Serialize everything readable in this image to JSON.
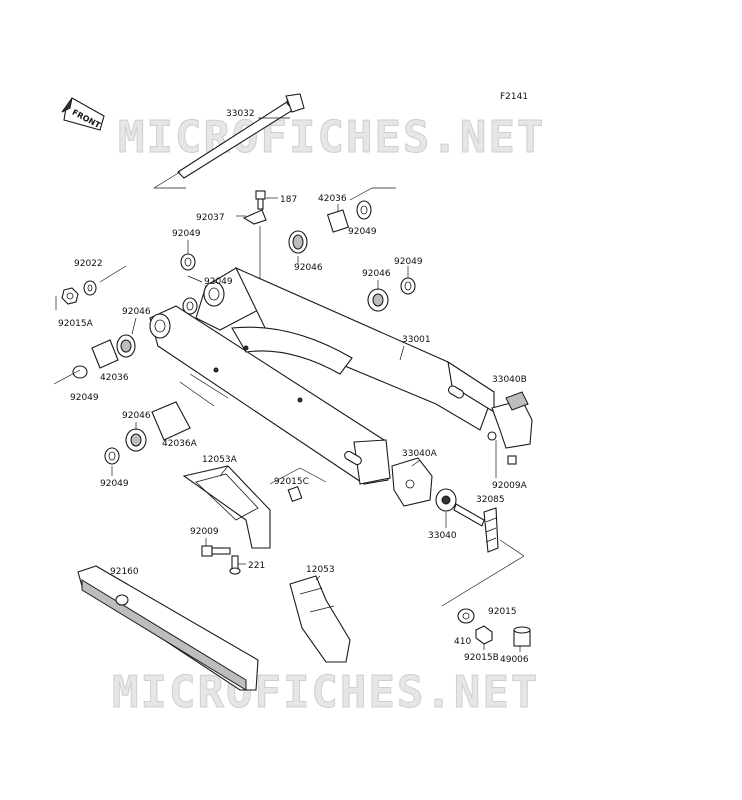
{
  "figure_code": "F2141",
  "front_marker": "FRONT",
  "watermark_text": "MICROFICHES.NET",
  "labels": {
    "p33032": "33032",
    "p187": "187",
    "p92037": "92037",
    "p42036_top": "42036",
    "p92049_top": "92049",
    "p92049_a": "92049",
    "p92046_a": "92046",
    "p92022": "92022",
    "p92049_b": "92049",
    "p92046_b": "92046",
    "p92049_c": "92049",
    "p92015A": "92015A",
    "p92046_c": "92046",
    "p42036": "42036",
    "p92049_d": "92049",
    "p33001": "33001",
    "p33040B": "33040B",
    "p92046_d": "92046",
    "p42036A": "42036A",
    "p92049_e": "92049",
    "p12053A": "12053A",
    "p92015C": "92015C",
    "p33040A": "33040A",
    "p92009A": "92009A",
    "p32085": "32085",
    "p33040": "33040",
    "p92009": "92009",
    "p221": "221",
    "p92160": "92160",
    "p12053": "12053",
    "p410": "410",
    "p92015": "92015",
    "p92015B": "92015B",
    "p49006": "49006"
  },
  "colors": {
    "line": "#1a1a1a",
    "watermark_fill": "#e6e6e6",
    "shade": "#bdbdbd"
  }
}
